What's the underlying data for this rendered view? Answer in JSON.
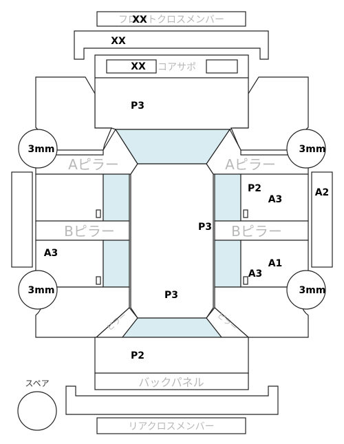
{
  "labels": {
    "front_cross_member": "フロントクロスメンバー",
    "front_cross_member_code": "XX",
    "radiator_support_code": "XX",
    "front_support": "コアサポ",
    "front_support_code": "XX",
    "hood": "P3",
    "a_pillar_left": "Aピラー",
    "a_pillar_right": "Aピラー",
    "b_pillar_left": "Bピラー",
    "b_pillar_right": "Bピラー",
    "front_door_right_p": "P2",
    "front_door_right_a": "A3",
    "rocker_right": "A2",
    "roof_right": "P3",
    "front_door_left_a": "A3",
    "rear_door_right_a1": "A1",
    "rear_door_right_a3": "A3",
    "roof": "P3",
    "trunk": "P2",
    "back_panel": "バックパネル",
    "rear_cross_member": "リアクロスメンバー",
    "spare": "スペア",
    "rear_pillar_left": "ピラー",
    "rear_pillar_right": "ピラー"
  },
  "tires": {
    "front_left": "3mm",
    "front_right": "3mm",
    "rear_left": "3mm",
    "rear_right": "3mm"
  }
}
